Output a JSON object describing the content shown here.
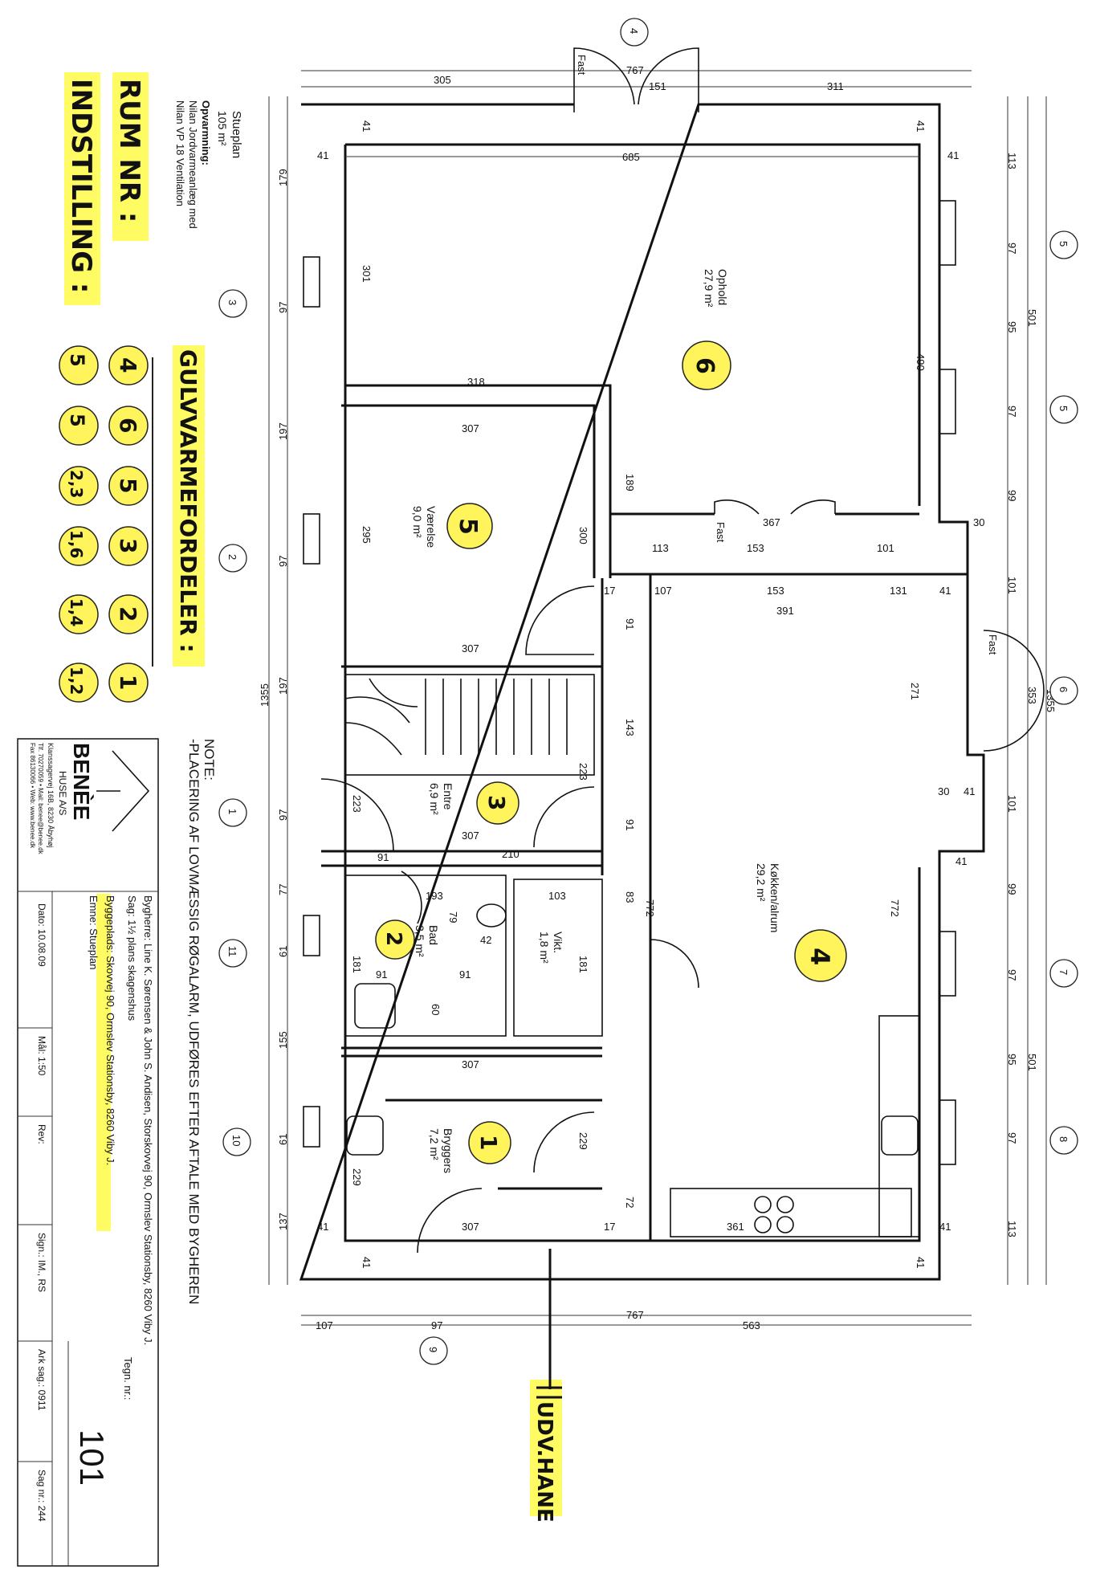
{
  "plan": {
    "level_label": "Stueplan",
    "level_area": "105 m²",
    "heating_title": "Opvarmning:",
    "heating_line1": "Nilan Jordvarmeanlæg med",
    "heating_line2": "Nilan VP 18 Ventilation"
  },
  "handwritten": {
    "rum_nr": "RUM NR :",
    "indstilling": "INDSTILLING :",
    "gulvvarme": "GULVVARMEFORDELER :",
    "rum_values": [
      "4",
      "6",
      "5",
      "3",
      "2",
      "1"
    ],
    "indstilling_values": [
      "5",
      "5",
      "2,3",
      "1,6",
      "1,4",
      "1,2"
    ],
    "udv_hane": "UDV.HANE"
  },
  "rooms": [
    {
      "name": "Ophold",
      "area": "27,9 m²",
      "mark": "6"
    },
    {
      "name": "Værelse",
      "area": "9,0 m²",
      "mark": "5"
    },
    {
      "name": "Entre",
      "area": "6,9 m²",
      "mark": "3"
    },
    {
      "name": "Bad",
      "area": "3,5 m²",
      "mark": "2"
    },
    {
      "name": "Vikt.",
      "area": "1,8 m²",
      "mark": ""
    },
    {
      "name": "Bryggers",
      "area": "7,2 m²",
      "mark": "1"
    },
    {
      "name": "Køkken/alrum",
      "area": "29,2 m²",
      "mark": "4"
    }
  ],
  "dimensions": {
    "top": [
      "305",
      "767",
      "151",
      "311"
    ],
    "bottom": [
      "107",
      "97",
      "563",
      "767"
    ],
    "left": [
      "179",
      "97",
      "197",
      "97",
      "197",
      "97",
      "77",
      "61",
      "155",
      "61",
      "137",
      "1355"
    ],
    "right": [
      "113",
      "97",
      "95",
      "97",
      "99",
      "101",
      "353",
      "1355",
      "101",
      "99",
      "97",
      "95",
      "97",
      "113",
      "501",
      "501"
    ],
    "inner": [
      "685",
      "41",
      "41",
      "41",
      "41",
      "301",
      "490",
      "318",
      "307",
      "300",
      "295",
      "307",
      "189",
      "113",
      "153",
      "101",
      "367",
      "107",
      "153",
      "131",
      "391",
      "41",
      "91",
      "143",
      "223",
      "223",
      "307",
      "91",
      "210",
      "193",
      "103",
      "79",
      "42",
      "181",
      "91",
      "91",
      "60",
      "91",
      "83",
      "772",
      "772",
      "271",
      "30",
      "30",
      "41",
      "41",
      "181",
      "307",
      "229",
      "229",
      "307",
      "72",
      "361",
      "17",
      "17",
      "41",
      "41",
      "41",
      "41"
    ]
  },
  "labels": {
    "fast_top": "Fast",
    "fast_mid": "Fast",
    "fast_right": "Fast"
  },
  "grid_markers": [
    "4",
    "5",
    "5",
    "6",
    "7",
    "8",
    "3",
    "2",
    "1",
    "11",
    "10",
    "9"
  ],
  "note": {
    "title": "NOTE:",
    "line": "-PLACERING AF LOVMÆSSIG RØGALARM, UDFØRES EFTER AFTALE MED BYGHEREN"
  },
  "title_block": {
    "company": "BENÈE",
    "company_sub": "HUSE A/S",
    "address": "Klanssagervej 16B, 8230 Åbyhøj",
    "contact1": "Tlf. 70270059 • Mail: benee@benee.dk",
    "contact2": "Fax 86130066 • Web: www.benee.dk",
    "bygherre": "Bygherre: Line K. Sørensen & John S. Andisen, Storskovvej 90, Ormslev Stationsby, 8260 Viby J.",
    "sag": "Sag: 1½ plans skagenshus",
    "byggeplads": "Byggeplads: Skovvej 90, Ormslev Stationsby, 8260 Viby J.",
    "emne": "Emne: Stueplan",
    "dato": "Dato: 10.08.09",
    "maal": "Mål: 1:50",
    "rev": "Rev:",
    "sign": "Sign.: IM., RS",
    "tegn_nr_label": "Tegn. nr.:",
    "tegn_nr": "101",
    "ark_sag": "Ark sag.: 0911",
    "sag_nr": "Sag nr.: 244"
  },
  "colors": {
    "highlight": "#fff45c",
    "ink": "#111111"
  }
}
